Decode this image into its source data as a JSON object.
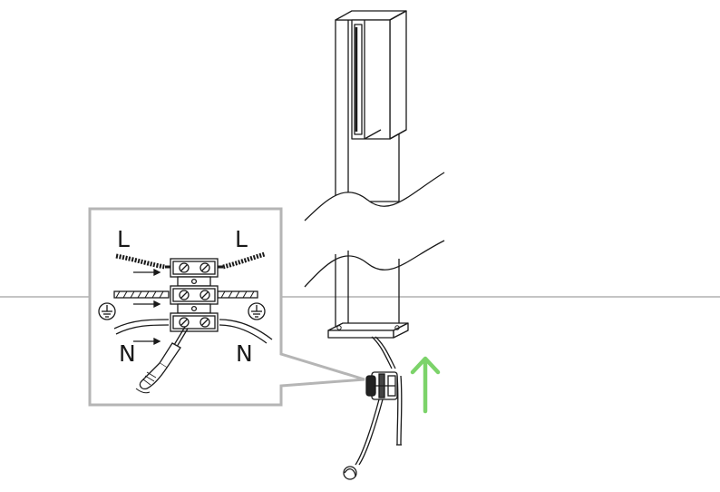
{
  "labels": {
    "live_left": "L",
    "live_right": "L",
    "neutral_left": "N",
    "neutral_right": "N"
  },
  "icons": {
    "earth": "ground-symbol",
    "arrow": "up-arrow"
  },
  "colors": {
    "line": "#1a1a1a",
    "callout": "#b5b5b5",
    "ground_line": "#b0b0b0",
    "arrow": "#7cd36a"
  }
}
